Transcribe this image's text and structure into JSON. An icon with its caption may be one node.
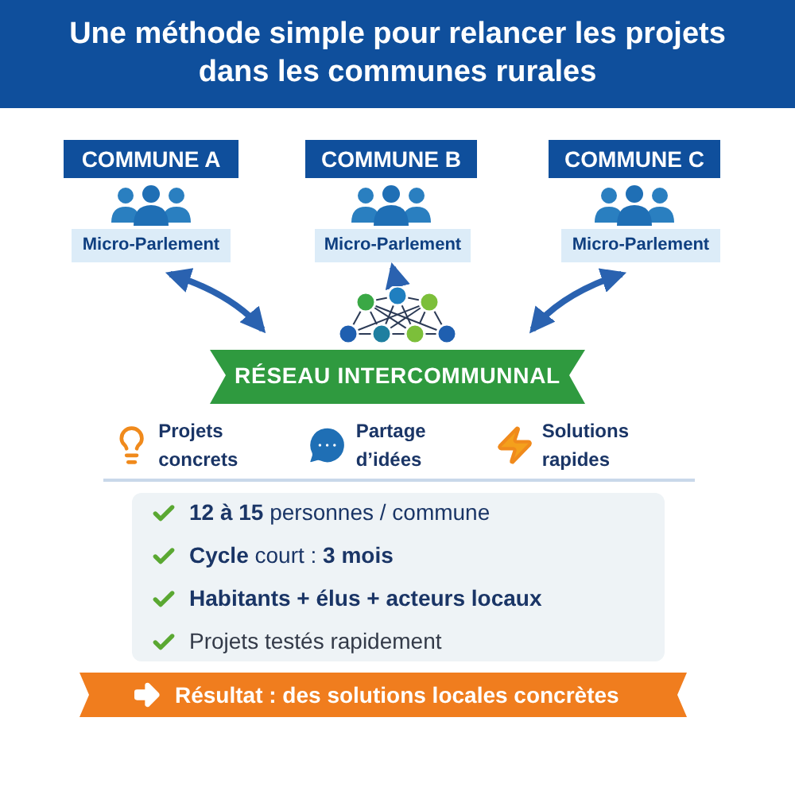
{
  "diagram": {
    "title": "Une méthode simple pour relancer les projets dans les communes rurales",
    "nodes": [
      {
        "text": [
          "COMMUNE A"
        ]
      },
      {
        "text": [
          "Micro-Parlement"
        ]
      },
      {
        "text": [
          "COMMUNE B"
        ]
      },
      {
        "text": [
          "Micro-Parlement"
        ]
      },
      {
        "text": [
          "COMMUNE C"
        ]
      },
      {
        "text": [
          "Micro-Parlement"
        ]
      },
      {
        "text": [],
        "shape": "picture"
      },
      {
        "text": [
          "RÉSEAU INTERCOMMUNNAL"
        ]
      },
      {
        "text": [
          "**12 à 15** personnes / commune",
          "**Cycle** court : **3 mois**",
          "Habitants + élus + acteurs locaux",
          "Projets testés rapidement"
        ]
      },
      {
        "text": [
          "Résultat : des solutions locales concrètes"
        ]
      }
    ],
    "edges": [
      {
        "from": 1,
        "to": 7,
        "arrow": "both"
      },
      {
        "from": 6,
        "to": 3,
        "arrow": "to"
      },
      {
        "from": 5,
        "to": 7,
        "arrow": "both"
      }
    ],
    "labels": [
      "Projets concrets",
      "Partage d’idées",
      "Solutions rapides"
    ]
  }
}
